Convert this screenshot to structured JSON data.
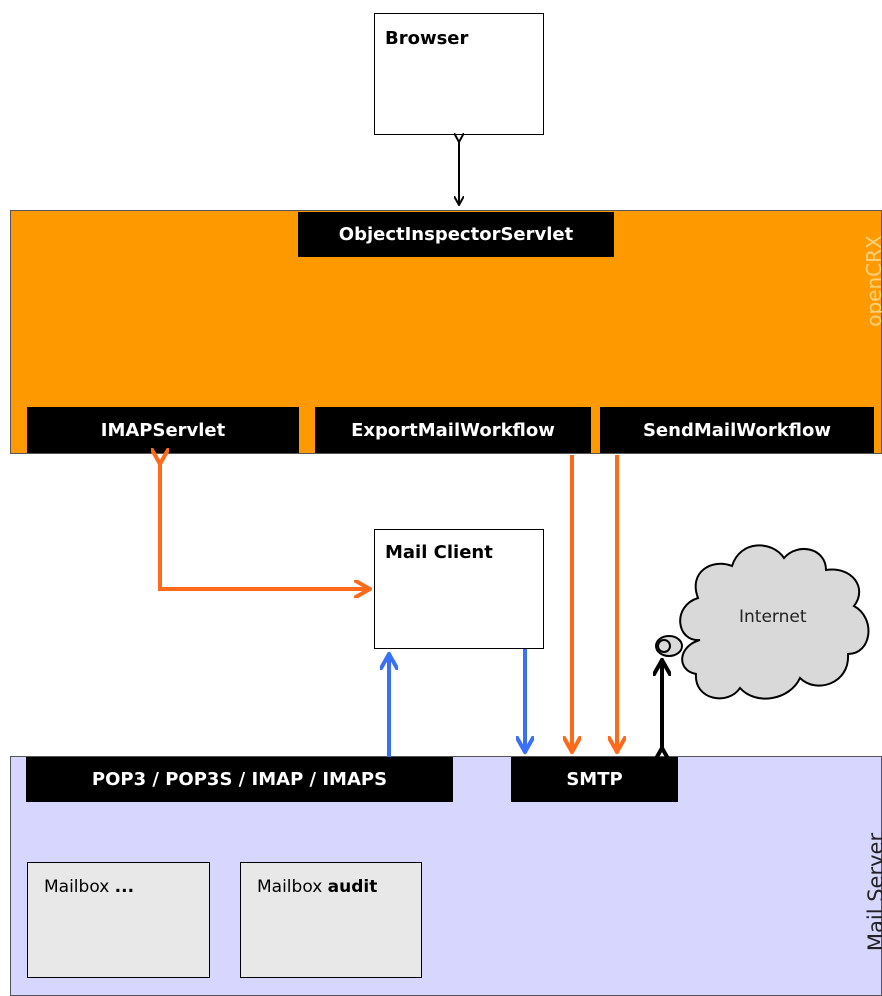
{
  "browser": {
    "title": "Browser"
  },
  "opencrx": {
    "name": "openCRX",
    "top_component": "ObjectInspectorServlet",
    "components": [
      "IMAPServlet",
      "ExportMailWorkflow",
      "SendMailWorkflow"
    ]
  },
  "mail_client": {
    "title": "Mail Client"
  },
  "internet": {
    "label": "Internet"
  },
  "mail_server": {
    "name": "Mail Server",
    "protocols": "POP3 / POP3S / IMAP / IMAPS",
    "smtp": "SMTP",
    "mailboxes": [
      {
        "prefix": "Mailbox ",
        "name": "..."
      },
      {
        "prefix": "Mailbox ",
        "name": "audit"
      }
    ]
  },
  "colors": {
    "opencrx_fill": "#ff9900",
    "mail_server_fill": "#d6d6ff",
    "orange_arrow": "#ff6a1a",
    "blue_arrow": "#3a6ff7",
    "mailbox_fill": "#e8e8e8",
    "cloud_fill": "#d9d9d9"
  }
}
